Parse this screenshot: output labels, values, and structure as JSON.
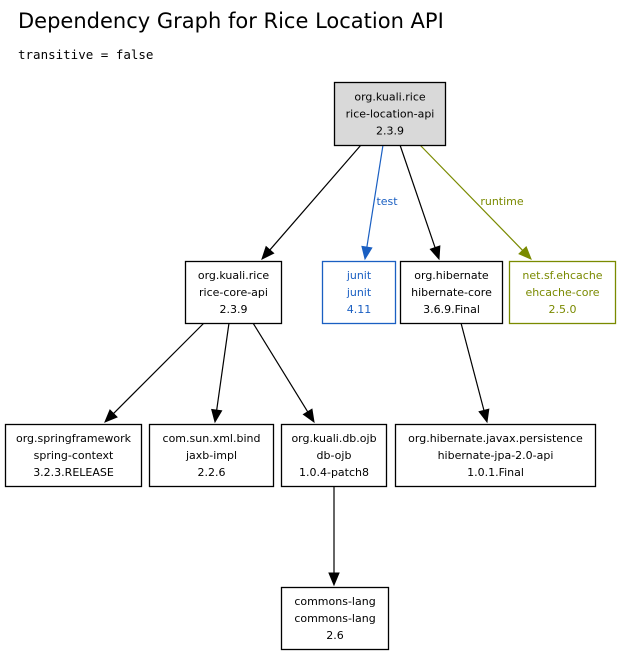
{
  "title": "Dependency Graph for Rice Location API",
  "subtitle": "transitive = false",
  "colors": {
    "default": "#000000",
    "test": "#1a5fc2",
    "runtime": "#7a8a00",
    "root_fill": "#d9d9d9"
  },
  "nodes": [
    {
      "id": "root",
      "lines": [
        "org.kuali.rice",
        "rice-location-api",
        "2.3.9"
      ],
      "scope": "root"
    },
    {
      "id": "rice-core-api",
      "lines": [
        "org.kuali.rice",
        "rice-core-api",
        "2.3.9"
      ],
      "scope": "compile"
    },
    {
      "id": "junit",
      "lines": [
        "junit",
        "junit",
        "4.11"
      ],
      "scope": "test"
    },
    {
      "id": "hibernate-core",
      "lines": [
        "org.hibernate",
        "hibernate-core",
        "3.6.9.Final"
      ],
      "scope": "compile"
    },
    {
      "id": "ehcache-core",
      "lines": [
        "net.sf.ehcache",
        "ehcache-core",
        "2.5.0"
      ],
      "scope": "runtime"
    },
    {
      "id": "spring-context",
      "lines": [
        "org.springframework",
        "spring-context",
        "3.2.3.RELEASE"
      ],
      "scope": "compile"
    },
    {
      "id": "jaxb-impl",
      "lines": [
        "com.sun.xml.bind",
        "jaxb-impl",
        "2.2.6"
      ],
      "scope": "compile"
    },
    {
      "id": "db-ojb",
      "lines": [
        "org.kuali.db.ojb",
        "db-ojb",
        "1.0.4-patch8"
      ],
      "scope": "compile"
    },
    {
      "id": "hibernate-jpa",
      "lines": [
        "org.hibernate.javax.persistence",
        "hibernate-jpa-2.0-api",
        "1.0.1.Final"
      ],
      "scope": "compile"
    },
    {
      "id": "commons-lang",
      "lines": [
        "commons-lang",
        "commons-lang",
        "2.6"
      ],
      "scope": "compile"
    }
  ],
  "edges": [
    {
      "from": "root",
      "to": "rice-core-api",
      "label": "",
      "scope": "compile"
    },
    {
      "from": "root",
      "to": "junit",
      "label": "test",
      "scope": "test"
    },
    {
      "from": "root",
      "to": "hibernate-core",
      "label": "",
      "scope": "compile"
    },
    {
      "from": "root",
      "to": "ehcache-core",
      "label": "runtime",
      "scope": "runtime"
    },
    {
      "from": "rice-core-api",
      "to": "spring-context",
      "label": "",
      "scope": "compile"
    },
    {
      "from": "rice-core-api",
      "to": "jaxb-impl",
      "label": "",
      "scope": "compile"
    },
    {
      "from": "rice-core-api",
      "to": "db-ojb",
      "label": "",
      "scope": "compile"
    },
    {
      "from": "hibernate-core",
      "to": "hibernate-jpa",
      "label": "",
      "scope": "compile"
    },
    {
      "from": "db-ojb",
      "to": "commons-lang",
      "label": "",
      "scope": "compile"
    }
  ]
}
